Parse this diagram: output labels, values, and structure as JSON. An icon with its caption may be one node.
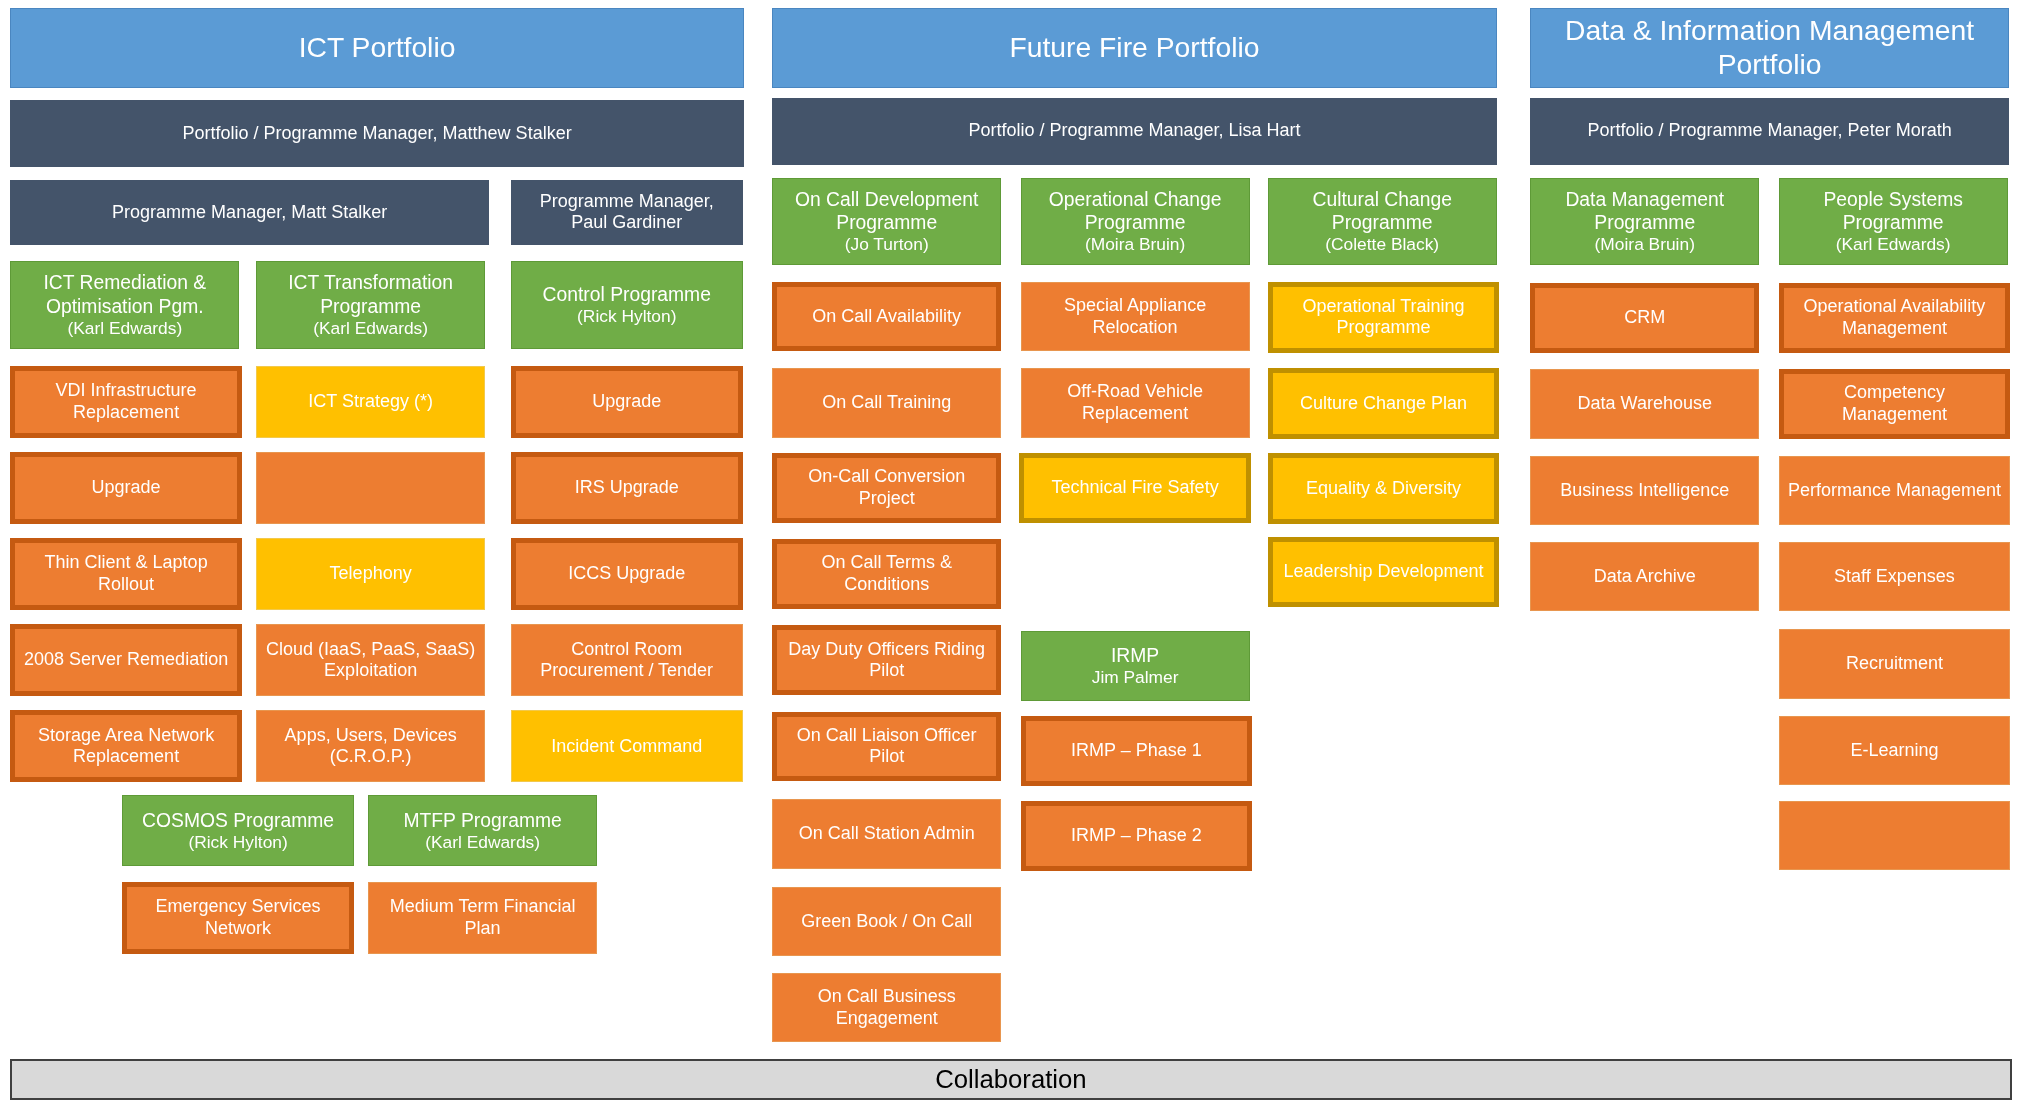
{
  "diagram": {
    "nodes": [
      {
        "text": [
          "ICT Portfolio"
        ]
      },
      {
        "text": [
          "Portfolio / Programme Manager, Matthew Stalker"
        ]
      },
      {
        "text": [
          "Programme Manager, Matt Stalker"
        ]
      },
      {
        "text": [
          "Programme Manager, Paul Gardiner"
        ]
      },
      {
        "text": [
          "ICT Remediation & Optimisation Pgm.",
          "(Karl Edwards)"
        ]
      },
      {
        "text": [
          "ICT Transformation Programme",
          "(Karl Edwards)"
        ]
      },
      {
        "text": [
          "Control Programme",
          "(Rick Hylton)"
        ]
      },
      {
        "text": [
          "VDI Infrastructure Replacement"
        ]
      },
      {
        "text": [
          "ICT Strategy (*)"
        ]
      },
      {
        "text": [
          "Upgrade"
        ]
      },
      {
        "text": [
          "Upgrade"
        ]
      },
      {
        "text": [],
        "shape": "box"
      },
      {
        "text": [
          "IRS Upgrade"
        ]
      },
      {
        "text": [
          "Thin Client & Laptop Rollout"
        ]
      },
      {
        "text": [
          "Telephony"
        ]
      },
      {
        "text": [
          "ICCS Upgrade"
        ]
      },
      {
        "text": [
          "2008 Server Remediation"
        ]
      },
      {
        "text": [
          "Cloud (IaaS, PaaS, SaaS) Exploitation"
        ]
      },
      {
        "text": [
          "Control Room Procurement / Tender"
        ]
      },
      {
        "text": [
          "Storage Area Network Replacement"
        ]
      },
      {
        "text": [
          "Apps, Users, Devices (C.R.O.P.)"
        ]
      },
      {
        "text": [
          "Incident Command"
        ]
      },
      {
        "text": [
          "COSMOS Programme",
          "(Rick Hylton)"
        ]
      },
      {
        "text": [
          "MTFP Programme",
          "(Karl Edwards)"
        ]
      },
      {
        "text": [
          "Emergency Services Network"
        ]
      },
      {
        "text": [
          "Medium Term Financial Plan"
        ]
      },
      {
        "text": [
          "Future Fire Portfolio"
        ]
      },
      {
        "text": [
          "Portfolio / Programme Manager, Lisa Hart"
        ]
      },
      {
        "text": [
          "On Call Development Programme",
          "(Jo Turton)"
        ]
      },
      {
        "text": [
          "Operational Change Programme",
          "(Moira Bruin)"
        ]
      },
      {
        "text": [
          "Cultural Change Programme",
          "(Colette Black)"
        ]
      },
      {
        "text": [
          "On Call Availability"
        ]
      },
      {
        "text": [
          "On Call Training"
        ]
      },
      {
        "text": [
          "On-Call Conversion Project"
        ]
      },
      {
        "text": [
          "On Call Terms & Conditions"
        ]
      },
      {
        "text": [
          "Day Duty Officers Riding Pilot"
        ]
      },
      {
        "text": [
          "On Call Liaison Officer Pilot"
        ]
      },
      {
        "text": [
          "On Call Station Admin"
        ]
      },
      {
        "text": [
          "Green Book / On Call"
        ]
      },
      {
        "text": [
          "On Call Business Engagement"
        ]
      },
      {
        "text": [
          "Special Appliance Relocation"
        ]
      },
      {
        "text": [
          "Off-Road Vehicle Replacement"
        ]
      },
      {
        "text": [
          "Technical Fire Safety"
        ]
      },
      {
        "text": [
          "IRMP",
          "Jim Palmer"
        ]
      },
      {
        "text": [
          "IRMP – Phase 1"
        ]
      },
      {
        "text": [
          "IRMP – Phase 2"
        ]
      },
      {
        "text": [
          "Operational Training Programme"
        ]
      },
      {
        "text": [
          "Culture Change Plan"
        ]
      },
      {
        "text": [
          "Equality & Diversity"
        ]
      },
      {
        "text": [
          "Leadership Development"
        ]
      },
      {
        "text": [
          "Data & Information Management Portfolio"
        ]
      },
      {
        "text": [
          "Portfolio / Programme Manager, Peter Morath"
        ]
      },
      {
        "text": [
          "Data Management Programme",
          "(Moira Bruin)"
        ]
      },
      {
        "text": [
          "People Systems Programme",
          "(Karl Edwards)"
        ]
      },
      {
        "text": [
          "CRM"
        ]
      },
      {
        "text": [
          "Data Warehouse"
        ]
      },
      {
        "text": [
          "Business Intelligence"
        ]
      },
      {
        "text": [
          "Data Archive"
        ]
      },
      {
        "text": [
          "Operational Availability Management"
        ]
      },
      {
        "text": [
          "Competency Management"
        ]
      },
      {
        "text": [
          "Performance Management"
        ]
      },
      {
        "text": [
          "Staff Expenses"
        ]
      },
      {
        "text": [
          "Recruitment"
        ]
      },
      {
        "text": [
          "E-Learning"
        ]
      },
      {
        "text": [],
        "shape": "box"
      },
      {
        "text": [
          "Collaboration"
        ]
      }
    ]
  }
}
